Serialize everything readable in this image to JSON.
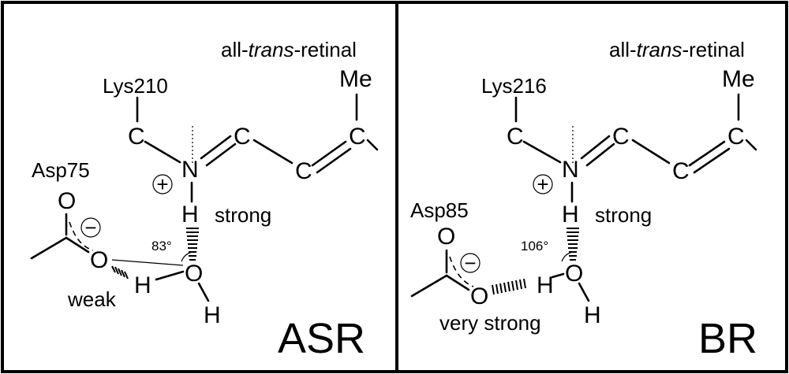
{
  "panels": [
    {
      "id": "asr",
      "retinal_label_prefix": "all-",
      "retinal_label_italic": "trans",
      "retinal_label_suffix": "-retinal",
      "lysine": "Lys210",
      "aspartate": "Asp75",
      "methyl": "Me",
      "carbon": "C",
      "nitrogen": "N",
      "oxygen": "O",
      "hydrogen": "H",
      "plus": "+",
      "minus": "−",
      "nh_bond_label": "strong",
      "oh_bond_label": "weak",
      "angle": "83°",
      "protein": "ASR"
    },
    {
      "id": "br",
      "retinal_label_prefix": "all-",
      "retinal_label_italic": "trans",
      "retinal_label_suffix": "-retinal",
      "lysine": "Lys216",
      "aspartate": "Asp85",
      "methyl": "Me",
      "carbon": "C",
      "nitrogen": "N",
      "oxygen": "O",
      "hydrogen": "H",
      "plus": "+",
      "minus": "−",
      "nh_bond_label": "strong",
      "oh_bond_label": "very strong",
      "angle": "106°",
      "protein": "BR"
    }
  ]
}
